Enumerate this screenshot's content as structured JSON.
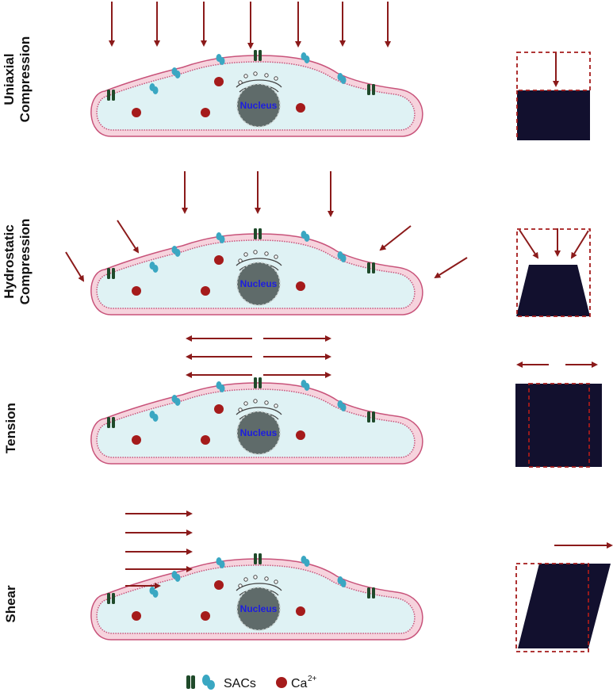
{
  "rows": [
    {
      "id": "uniaxial",
      "label_lines": [
        "Uniaxial",
        "Compression"
      ]
    },
    {
      "id": "hydrostatic",
      "label_lines": [
        "Hydrostatic",
        "Compression"
      ]
    },
    {
      "id": "tension",
      "label_lines": [
        "Tension"
      ]
    },
    {
      "id": "shear",
      "label_lines": [
        "Shear"
      ]
    }
  ],
  "nucleus_label": "Nucleus",
  "legend": {
    "sacs_label": "SACs",
    "ca_label": "Ca",
    "ca_superscript": "2+"
  },
  "colors": {
    "arrow": "#8b1a1a",
    "membrane": "#c8537a",
    "membrane_fill": "#f6d3dd",
    "cytoplasm": "#dff2f4",
    "nucleus": "#5f6b6a",
    "ca": "#a51b1b",
    "sac_blue": "#3aa7c2",
    "sac_green": "#1f4a2a",
    "block": "#12102e",
    "dashed": "#a51b1b"
  }
}
